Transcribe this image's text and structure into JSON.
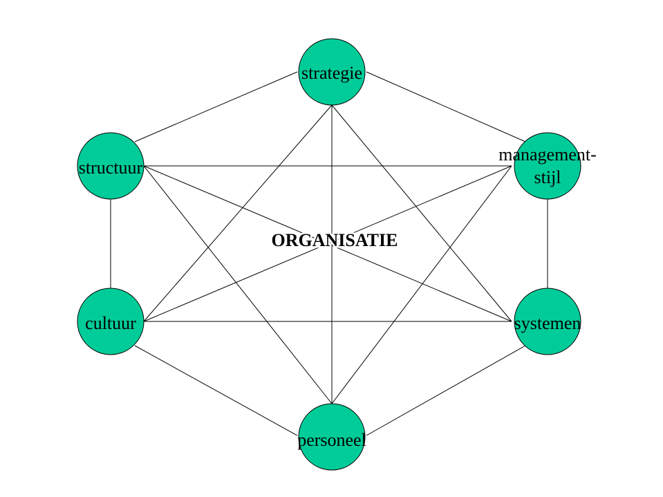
{
  "diagram": {
    "center_label": "ORGANISATIE",
    "node_color": "#00cc99",
    "nodes": [
      {
        "id": "strategie",
        "label": [
          "strategie"
        ]
      },
      {
        "id": "managementstijl",
        "label": [
          "management-",
          "stijl"
        ]
      },
      {
        "id": "systemen",
        "label": [
          "systemen"
        ]
      },
      {
        "id": "personeel",
        "label": [
          "personeel"
        ]
      },
      {
        "id": "cultuur",
        "label": [
          "cultuur"
        ]
      },
      {
        "id": "structuur",
        "label": [
          "structuur"
        ]
      }
    ],
    "edges": "complete-graph"
  }
}
